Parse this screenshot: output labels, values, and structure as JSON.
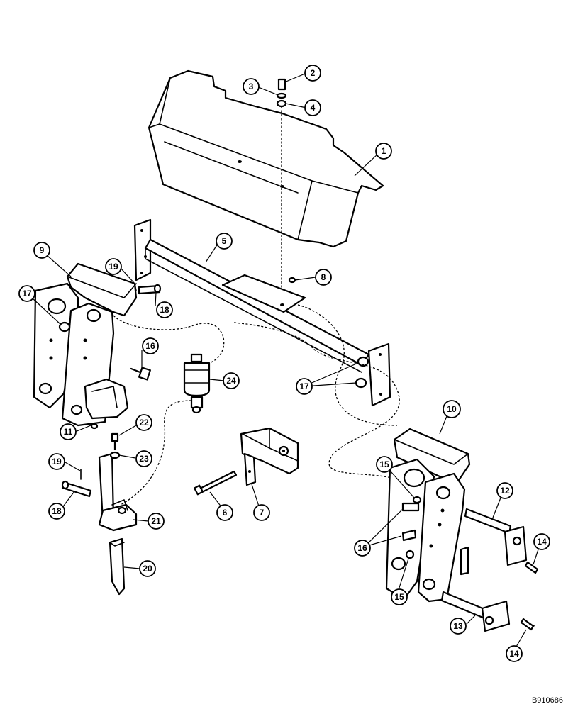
{
  "document_code": "B910686",
  "callouts": [
    {
      "id": "c1",
      "label": "1"
    },
    {
      "id": "c2",
      "label": "2"
    },
    {
      "id": "c3",
      "label": "3"
    },
    {
      "id": "c4",
      "label": "4"
    },
    {
      "id": "c5",
      "label": "5"
    },
    {
      "id": "c6",
      "label": "6"
    },
    {
      "id": "c7",
      "label": "7"
    },
    {
      "id": "c8",
      "label": "8"
    },
    {
      "id": "c9",
      "label": "9"
    },
    {
      "id": "c10",
      "label": "10"
    },
    {
      "id": "c11",
      "label": "11"
    },
    {
      "id": "c12",
      "label": "12"
    },
    {
      "id": "c13",
      "label": "13"
    },
    {
      "id": "c14a",
      "label": "14"
    },
    {
      "id": "c14b",
      "label": "14"
    },
    {
      "id": "c15a",
      "label": "15"
    },
    {
      "id": "c15b",
      "label": "15"
    },
    {
      "id": "c16a",
      "label": "16"
    },
    {
      "id": "c16b",
      "label": "16"
    },
    {
      "id": "c17a",
      "label": "17"
    },
    {
      "id": "c17b",
      "label": "17"
    },
    {
      "id": "c18a",
      "label": "18"
    },
    {
      "id": "c18b",
      "label": "18"
    },
    {
      "id": "c19a",
      "label": "19"
    },
    {
      "id": "c19b",
      "label": "19"
    },
    {
      "id": "c20",
      "label": "20"
    },
    {
      "id": "c21",
      "label": "21"
    },
    {
      "id": "c22",
      "label": "22"
    },
    {
      "id": "c23",
      "label": "23"
    },
    {
      "id": "c24",
      "label": "24"
    }
  ]
}
